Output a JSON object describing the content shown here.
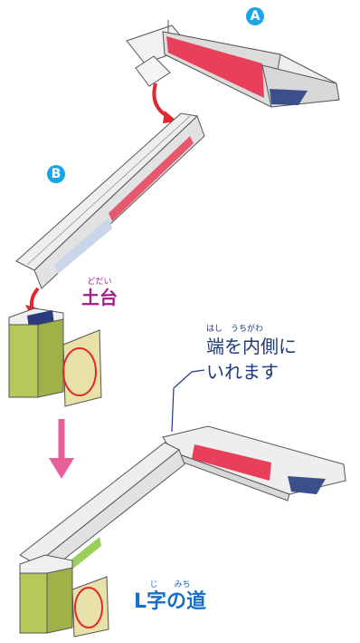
{
  "badges": {
    "a": "A",
    "b": "B"
  },
  "labels": {
    "base": {
      "ruby": "どだい",
      "text": "土台"
    },
    "note": {
      "ruby": "はし　うちがわ",
      "line1": "端を内側に",
      "line2": "いれます"
    },
    "result": {
      "ruby": "じ　　みち",
      "text": "L字の道"
    }
  },
  "colors": {
    "badge": "#1aa6e6",
    "arrow_red": "#e0282e",
    "arrow_pink": "#e8609a",
    "label_purple": "#a0208a",
    "label_blue": "#1a6fc2",
    "label_navy": "#1f3a7a",
    "strip_pink": "#e8405a"
  }
}
